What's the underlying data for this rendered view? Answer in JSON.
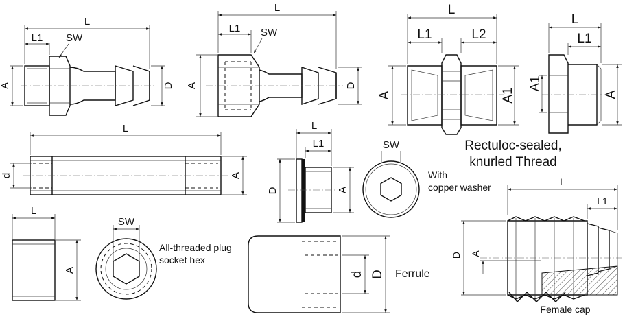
{
  "labels": {
    "L": "L",
    "L1": "L1",
    "L2": "L2",
    "SW": "SW",
    "A": "A",
    "A1": "A1",
    "D": "D",
    "d": "d"
  },
  "captions": {
    "rectuloc_line1": "Rectuloc-sealed,",
    "rectuloc_line2": "knurled Thread",
    "with": "With",
    "copper_washer": "copper washer",
    "plug_line1": "All-threaded plug",
    "plug_line2": "socket hex",
    "ferrule": "Ferrule",
    "female_cap": "Female cap"
  },
  "colors": {
    "line": "#111111",
    "hatch": "#444444",
    "background": "#ffffff"
  }
}
